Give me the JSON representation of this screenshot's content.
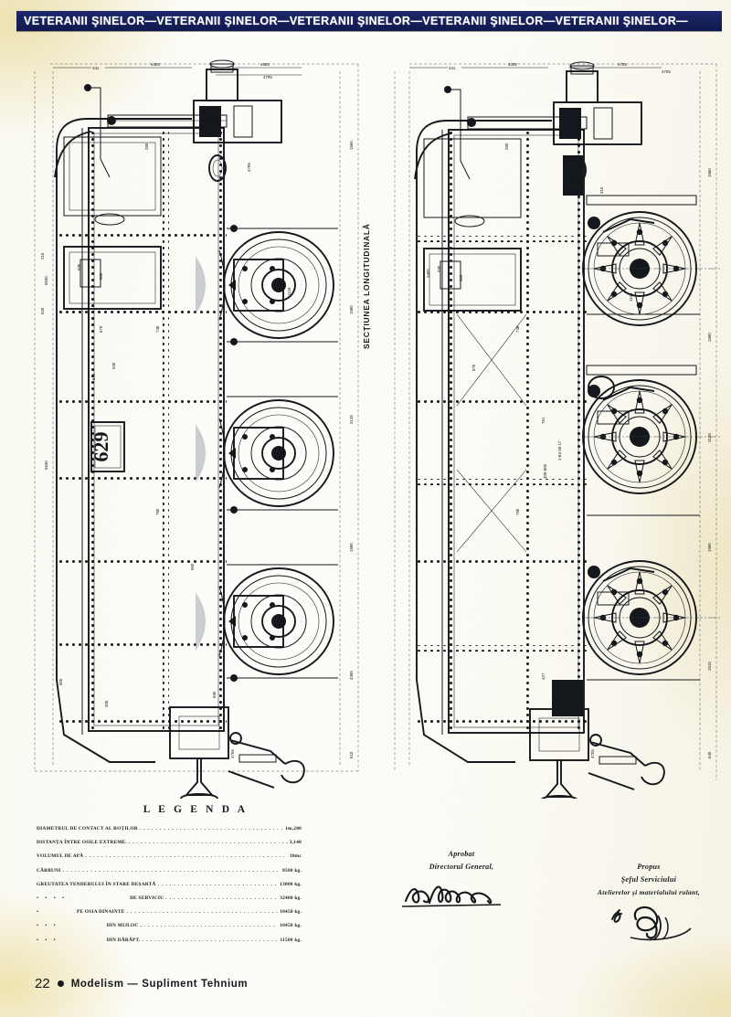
{
  "banner": {
    "repeated_text": "VETERANII ŞINELOR—",
    "repeat_count": 5,
    "background_color": "#16205c",
    "text_color": "#ffffff"
  },
  "drawings": {
    "section_caption": "SECŢIUNEA LONGITUDINALĂ",
    "number_plate": "629",
    "left_view_name": "plan-view",
    "right_view_name": "longitudinal-section",
    "dimension_labels": [
      "341",
      "4305",
      "4385",
      "4705",
      "210",
      "520",
      "280",
      "1560",
      "1580",
      "1580",
      "3135",
      "5630",
      "4385",
      "610",
      "640",
      "1515",
      "660",
      "690",
      "670",
      "530",
      "748",
      "780",
      "560",
      "890",
      "1040",
      "1125",
      "761",
      "427",
      "3400",
      "1-83-35-17",
      "400-600",
      "600",
      "570",
      "540"
    ]
  },
  "legend": {
    "title": "L E G E N D A",
    "rows": [
      {
        "label": "DIAMETRUL DE CONTACT AL ROŢILOR",
        "value": "1m,200",
        "indent": 0
      },
      {
        "label": "DISTANŢA ÎNTRE OSILE EXTREME.",
        "value": "3,140",
        "indent": 0
      },
      {
        "label": "VOLUMUL DE APĂ",
        "value": "10mc",
        "indent": 0
      },
      {
        "label": "CĂRBUNI",
        "value": "8500 kg.",
        "indent": 0
      },
      {
        "label": "GREUTATEA TENDERULUI ÎN STARE DEŞARTĂ",
        "value": "13000 kg.",
        "indent": 0
      },
      {
        "label": "DE SERVICIU",
        "value": "32400 kg.",
        "indent": 1,
        "leader": "•        •        •     •"
      },
      {
        "label": "PE OSIA DINAINTE",
        "value": "10450 kg.",
        "indent": 2,
        "leader": "•"
      },
      {
        "label": "DIN MIJLOC",
        "value": "10450 kg.",
        "indent": 3,
        "leader": "•        •     •"
      },
      {
        "label": "DIN DĂRĂPT.",
        "value": "11500 kg.",
        "indent": 4,
        "leader": "•        •     •"
      }
    ]
  },
  "signatures": {
    "left": {
      "line1": "Aprobat",
      "line2": "Directorul General,"
    },
    "right": {
      "line1": "Propus",
      "line2": "Şeful Serviciului",
      "line3": "Atelierelor şi materialului rulant,"
    }
  },
  "footer": {
    "page_number": "22",
    "text": "Modelism — Supliment Tehnium"
  }
}
